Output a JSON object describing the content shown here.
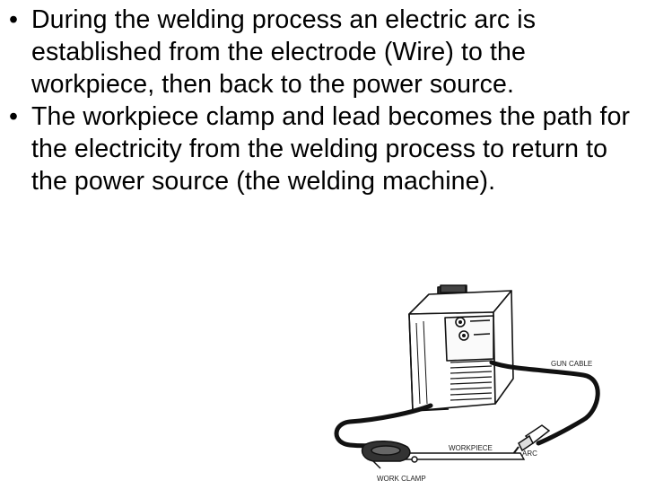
{
  "bullets": [
    {
      "marker": "•",
      "text": "During the welding process an electric arc is established from the electrode (Wire) to the workpiece, then back to the power source."
    },
    {
      "marker": "•",
      "text": "The workpiece  clamp and lead becomes the path for the electricity from the welding process to return to the power source (the welding machine)."
    }
  ],
  "diagram": {
    "labels": {
      "gun_cable": "GUN CABLE",
      "workpiece": "WORKPIECE",
      "arc": "ARC",
      "work_clamp": "WORK CLAMP"
    }
  }
}
